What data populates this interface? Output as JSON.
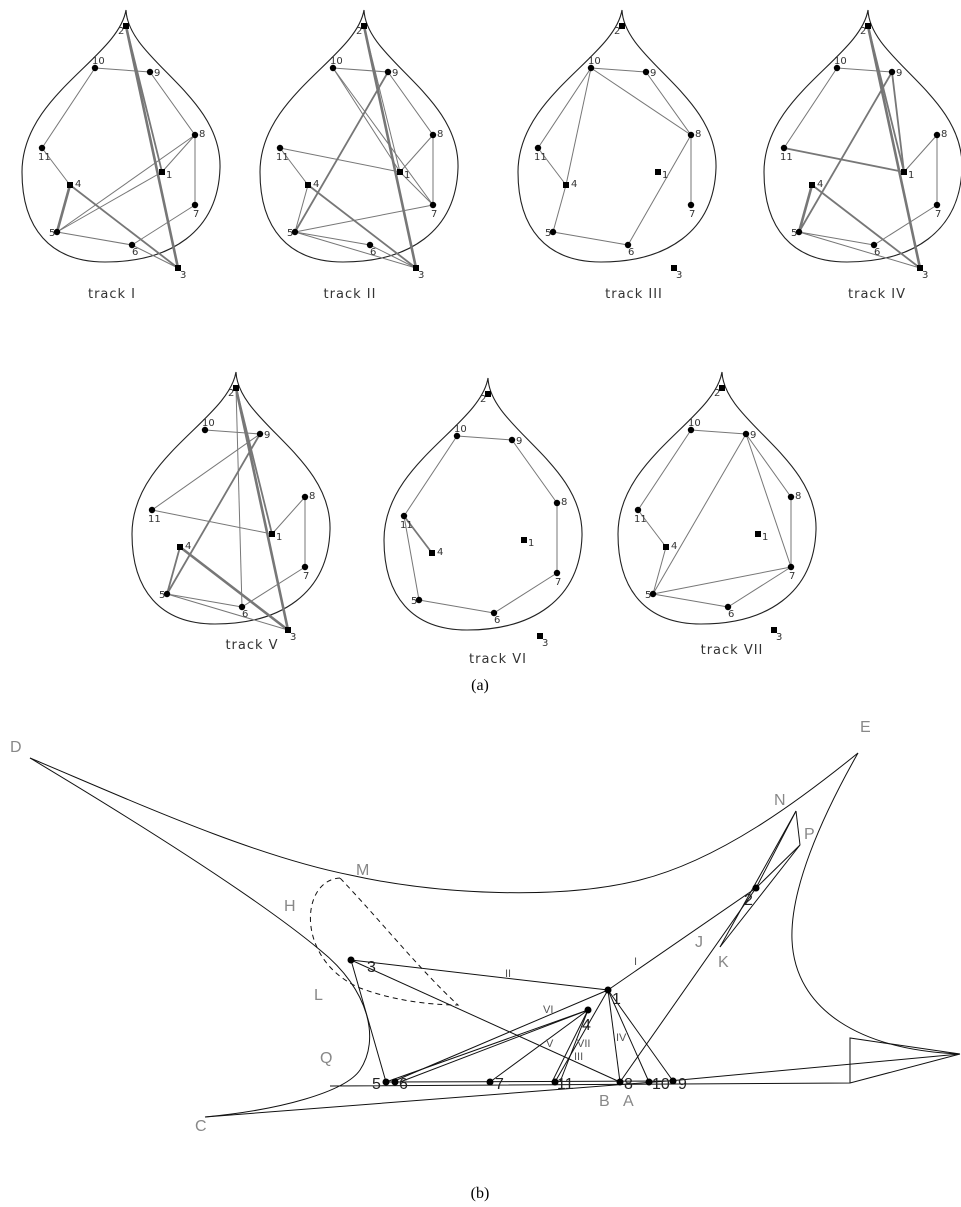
{
  "panel_a": {
    "caption": "(a)",
    "tracks": [
      {
        "label": "track I",
        "edges": [
          [
            2,
            3,
            3
          ],
          [
            2,
            3,
            2
          ],
          [
            2,
            1,
            2
          ],
          [
            2,
            1,
            1
          ],
          [
            1,
            8,
            1
          ],
          [
            8,
            5,
            1
          ],
          [
            1,
            5,
            1
          ],
          [
            4,
            5,
            3
          ],
          [
            4,
            5,
            2
          ],
          [
            4,
            3,
            2
          ],
          [
            5,
            6,
            1
          ],
          [
            6,
            3,
            1
          ],
          [
            10,
            9,
            1
          ],
          [
            9,
            8,
            1
          ],
          [
            10,
            11,
            1
          ],
          [
            11,
            4,
            1
          ],
          [
            8,
            7,
            1
          ],
          [
            7,
            6,
            1
          ]
        ]
      },
      {
        "label": "track II",
        "edges": [
          [
            2,
            3,
            3
          ],
          [
            2,
            3,
            2
          ],
          [
            2,
            1,
            1
          ],
          [
            10,
            9,
            1
          ],
          [
            10,
            1,
            1
          ],
          [
            10,
            7,
            1
          ],
          [
            9,
            8,
            1
          ],
          [
            9,
            5,
            2
          ],
          [
            9,
            5,
            1
          ],
          [
            11,
            1,
            1
          ],
          [
            11,
            4,
            1
          ],
          [
            8,
            7,
            1
          ],
          [
            8,
            1,
            1
          ],
          [
            4,
            3,
            2
          ],
          [
            4,
            5,
            1
          ],
          [
            5,
            7,
            1
          ],
          [
            5,
            6,
            1
          ],
          [
            5,
            3,
            1
          ],
          [
            6,
            3,
            1
          ],
          [
            1,
            7,
            1
          ]
        ]
      },
      {
        "label": "track III",
        "edges": [
          [
            10,
            9,
            1
          ],
          [
            9,
            8,
            1
          ],
          [
            10,
            8,
            1
          ],
          [
            10,
            11,
            1
          ],
          [
            10,
            4,
            1
          ],
          [
            11,
            4,
            1
          ],
          [
            4,
            5,
            1
          ],
          [
            5,
            6,
            1
          ],
          [
            6,
            8,
            1
          ],
          [
            8,
            7,
            1
          ]
        ]
      },
      {
        "label": "track IV",
        "edges": [
          [
            2,
            3,
            3
          ],
          [
            2,
            3,
            2
          ],
          [
            2,
            1,
            2
          ],
          [
            9,
            1,
            2
          ],
          [
            9,
            5,
            2
          ],
          [
            10,
            9,
            1
          ],
          [
            10,
            11,
            1
          ],
          [
            11,
            1,
            2
          ],
          [
            8,
            7,
            1
          ],
          [
            8,
            1,
            1
          ],
          [
            4,
            5,
            3
          ],
          [
            4,
            3,
            2
          ],
          [
            5,
            6,
            1
          ],
          [
            5,
            3,
            1
          ],
          [
            6,
            7,
            1
          ]
        ]
      },
      {
        "label": "track V",
        "edges": [
          [
            2,
            3,
            3
          ],
          [
            2,
            3,
            2
          ],
          [
            2,
            1,
            2
          ],
          [
            2,
            6,
            1
          ],
          [
            9,
            5,
            2
          ],
          [
            9,
            5,
            1
          ],
          [
            10,
            9,
            1
          ],
          [
            11,
            9,
            1
          ],
          [
            11,
            1,
            1
          ],
          [
            1,
            8,
            1
          ],
          [
            8,
            7,
            1
          ],
          [
            7,
            6,
            1
          ],
          [
            4,
            3,
            3
          ],
          [
            4,
            3,
            2
          ],
          [
            4,
            5,
            2
          ],
          [
            4,
            5,
            1
          ],
          [
            5,
            6,
            1
          ],
          [
            5,
            3,
            1
          ]
        ]
      },
      {
        "label": "track VI",
        "edges": [
          [
            10,
            9,
            1
          ],
          [
            9,
            8,
            1
          ],
          [
            8,
            7,
            1
          ],
          [
            7,
            6,
            1
          ],
          [
            6,
            5,
            1
          ],
          [
            5,
            11,
            1
          ],
          [
            10,
            11,
            1
          ],
          [
            11,
            4,
            2
          ]
        ]
      },
      {
        "label": "track VII",
        "edges": [
          [
            10,
            9,
            1
          ],
          [
            9,
            8,
            1
          ],
          [
            8,
            7,
            1
          ],
          [
            9,
            7,
            1
          ],
          [
            9,
            5,
            1
          ],
          [
            10,
            11,
            1
          ],
          [
            11,
            4,
            1
          ],
          [
            4,
            5,
            1
          ],
          [
            5,
            7,
            1
          ],
          [
            5,
            6,
            1
          ],
          [
            6,
            7,
            1
          ]
        ]
      }
    ]
  },
  "panel_b": {
    "caption": "(b)",
    "point_labels": [
      "D",
      "E",
      "C",
      "M",
      "H",
      "L",
      "Q",
      "N",
      "P",
      "J",
      "K",
      "B",
      "A"
    ],
    "node_labels": [
      "1",
      "2",
      "3",
      "4",
      "5",
      "6",
      "7",
      "8",
      "9",
      "10",
      "11"
    ],
    "track_labels": [
      "I",
      "II",
      "IV",
      "V",
      "VI",
      "VII",
      "III"
    ]
  }
}
